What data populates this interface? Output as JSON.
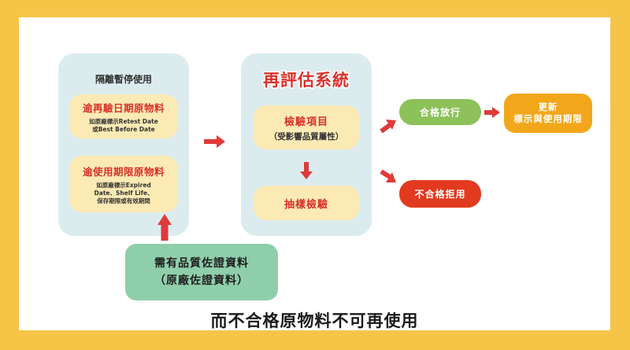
{
  "quarantine": {
    "title": "隔離暫停使用",
    "retest": {
      "title": "逾再驗日期原物料",
      "note1": "如原廠標示Retest Date",
      "note2": "或Best Before Date"
    },
    "expired": {
      "title": "逾使用期限原物料",
      "note1": "如原廠標示Expired",
      "note2": "Date、Shelf Life、",
      "note3": "保存期限或有效期間"
    }
  },
  "reassessment": {
    "title": "再評估系統",
    "inspection": {
      "title": "檢驗項目",
      "subtitle": "（受影響品質屬性）"
    },
    "sampling": "抽樣檢驗"
  },
  "evidence": {
    "line1": "需有品質佐證資料",
    "line2": "（原廠佐證資料）"
  },
  "outcomes": {
    "pass": "合格放行",
    "reject": "不合格拒用",
    "update_line1": "更新",
    "update_line2": "標示與使用期限"
  },
  "caption": "而不合格原物料不可再使用",
  "colors": {
    "background": "#f6c548",
    "panel": "#dcecee",
    "cream": "#fbeab4",
    "evidence": "#8fceaa",
    "pass": "#8dc15a",
    "reject": "#e23a1f",
    "update": "#f2a71b",
    "arrow": "#e03a3a",
    "title_red": "#d8312a"
  }
}
